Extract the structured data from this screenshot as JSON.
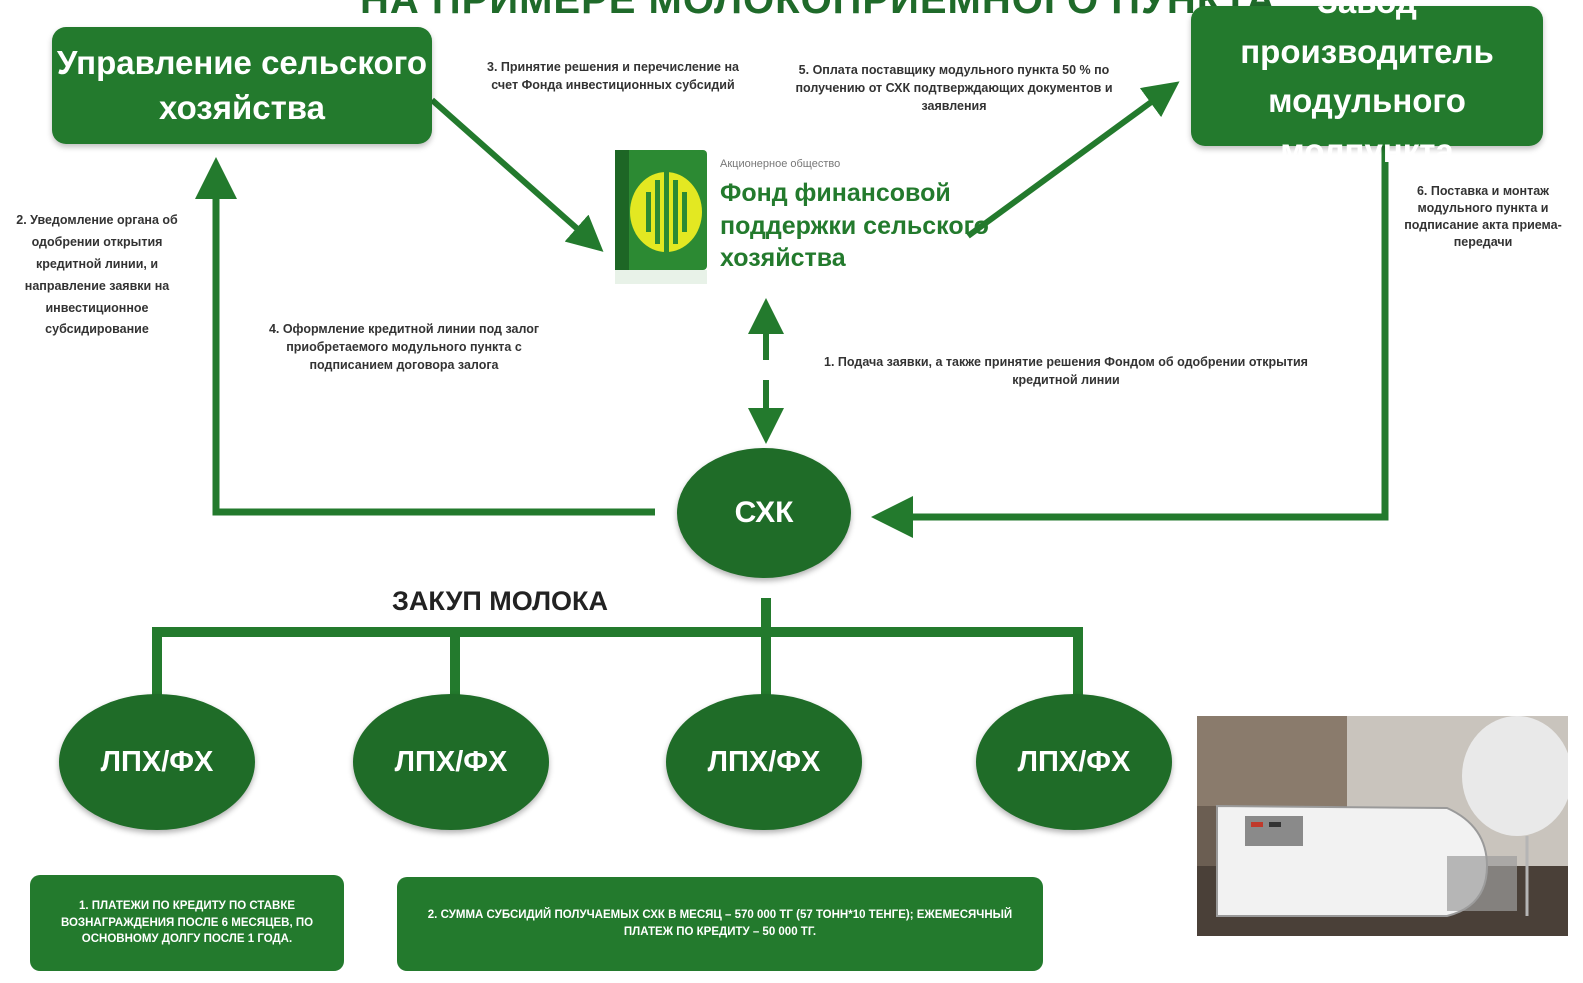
{
  "header": {
    "title": "НА ПРИМЕРЕ МОЛОКОПРИЕМНОГО ПУНКТА"
  },
  "nodes": {
    "ministry": "Управление сельского хозяйства",
    "factory": "Завод производитель модульного молпункта",
    "fund_small": "Акционерное общество",
    "fund_name": "Фонд финансовой\nподдержки  сельского\nхозяйства",
    "center": "СХК",
    "farms": [
      "ЛПХ/ФХ",
      "ЛПХ/ФХ",
      "ЛПХ/ФХ",
      "ЛПХ/ФХ"
    ]
  },
  "steps": {
    "step1": "1. Подача заявки, а также  принятие решения  Фондом об одобрении открытия кредитной линии",
    "step2": "2. Уведомление органа об одобрении открытия кредитной линии, и направление заявки на инвестиционное субсидирование",
    "step3": "3. Принятие решения и перечисление на счет Фонда инвестиционных субсидий",
    "step4": "4. Оформление кредитной линии под залог приобретаемого модульного пункта с подписанием договора залога",
    "step5": "5. Оплата поставщику модульного пункта 50 % по получению от СХК подтверждающих документов и заявления",
    "step6": "6. Поставка и монтаж модульного пункта и подписание акта приема-передачи"
  },
  "purchase_label": "ЗАКУП МОЛОКА",
  "info": {
    "box1": "1. ПЛАТЕЖИ ПО КРЕДИТУ ПО СТАВКЕ ВОЗНАГРАЖДЕНИЯ ПОСЛЕ 6 МЕСЯЦЕВ, ПО ОСНОВНОМУ ДОЛГУ ПОСЛЕ 1 ГОДА.",
    "box2": "2. СУММА СУБСИДИЙ ПОЛУЧАЕМЫХ СХК В МЕСЯЦ – 570 000 ТГ (57 ТОНН*10 ТЕНГЕ); ЕЖЕМЕСЯЧНЫЙ ПЛАТЕЖ ПО КРЕДИТУ – 50 000 ТГ."
  },
  "colors": {
    "green": "#237a2d",
    "dark_green": "#1f6c28",
    "logo_yellow": "#e3e822"
  },
  "icons": {
    "fund_logo": "fund-logo-icon",
    "photo": "milk-cooling-tank-photo"
  }
}
